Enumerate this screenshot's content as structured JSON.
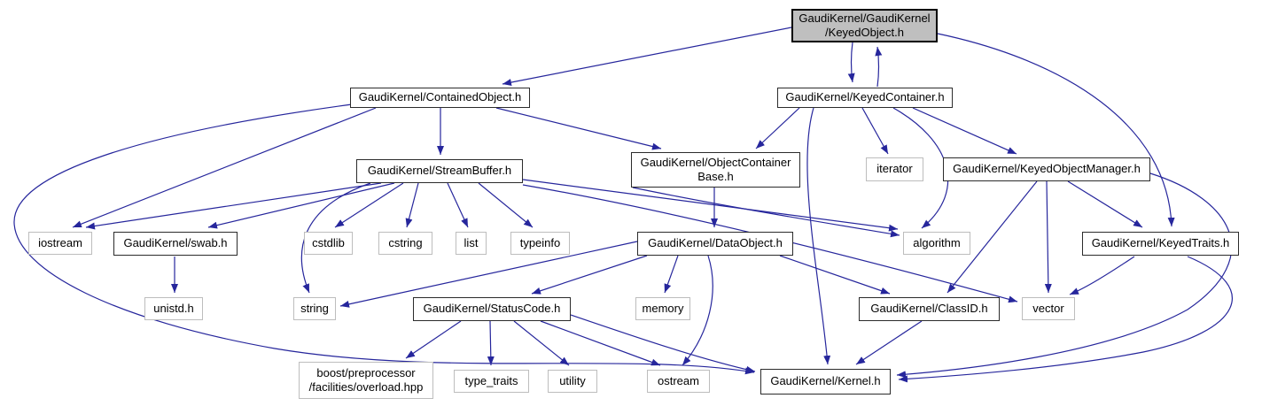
{
  "diagram": {
    "title": "Include dependency graph for GaudiKernel/GaudiKernel/KeyedObject.h",
    "colors": {
      "background": "#ffffff",
      "edge": "#26269c",
      "root_fill": "#bfbfbf",
      "doc_border": "#2b2b2b",
      "ext_border": "#bdbdbd",
      "text": "#000000"
    },
    "nodes": [
      {
        "id": "keyedobject",
        "kind": "root",
        "label": "GaudiKernel/GaudiKernel /KeyedObject.h",
        "lines": [
          "GaudiKernel/GaudiKernel",
          "/KeyedObject.h"
        ]
      },
      {
        "id": "containedobject",
        "kind": "doc",
        "label": "GaudiKernel/ContainedObject.h",
        "lines": [
          "GaudiKernel/ContainedObject.h"
        ]
      },
      {
        "id": "keyedcontainer",
        "kind": "doc",
        "label": "GaudiKernel/KeyedContainer.h",
        "lines": [
          "GaudiKernel/KeyedContainer.h"
        ]
      },
      {
        "id": "streambuffer",
        "kind": "doc",
        "label": "GaudiKernel/StreamBuffer.h",
        "lines": [
          "GaudiKernel/StreamBuffer.h"
        ]
      },
      {
        "id": "objectcontainerbase",
        "kind": "doc",
        "label": "GaudiKernel/ObjectContainer Base.h",
        "lines": [
          "GaudiKernel/ObjectContainer",
          "Base.h"
        ]
      },
      {
        "id": "iterator",
        "kind": "ext",
        "label": "iterator",
        "lines": [
          "iterator"
        ]
      },
      {
        "id": "keyedobjectmanager",
        "kind": "doc",
        "label": "GaudiKernel/KeyedObjectManager.h",
        "lines": [
          "GaudiKernel/KeyedObjectManager.h"
        ]
      },
      {
        "id": "iostream",
        "kind": "ext",
        "label": "iostream",
        "lines": [
          "iostream"
        ]
      },
      {
        "id": "swab",
        "kind": "doc",
        "label": "GaudiKernel/swab.h",
        "lines": [
          "GaudiKernel/swab.h"
        ]
      },
      {
        "id": "cstdlib",
        "kind": "ext",
        "label": "cstdlib",
        "lines": [
          "cstdlib"
        ]
      },
      {
        "id": "cstring",
        "kind": "ext",
        "label": "cstring",
        "lines": [
          "cstring"
        ]
      },
      {
        "id": "list",
        "kind": "ext",
        "label": "list",
        "lines": [
          "list"
        ]
      },
      {
        "id": "typeinfo",
        "kind": "ext",
        "label": "typeinfo",
        "lines": [
          "typeinfo"
        ]
      },
      {
        "id": "dataobject",
        "kind": "doc",
        "label": "GaudiKernel/DataObject.h",
        "lines": [
          "GaudiKernel/DataObject.h"
        ]
      },
      {
        "id": "algorithm",
        "kind": "ext",
        "label": "algorithm",
        "lines": [
          "algorithm"
        ]
      },
      {
        "id": "keyedtraits",
        "kind": "doc",
        "label": "GaudiKernel/KeyedTraits.h",
        "lines": [
          "GaudiKernel/KeyedTraits.h"
        ]
      },
      {
        "id": "unistd",
        "kind": "ext",
        "label": "unistd.h",
        "lines": [
          "unistd.h"
        ]
      },
      {
        "id": "string",
        "kind": "ext",
        "label": "string",
        "lines": [
          "string"
        ]
      },
      {
        "id": "statuscode",
        "kind": "doc",
        "label": "GaudiKernel/StatusCode.h",
        "lines": [
          "GaudiKernel/StatusCode.h"
        ]
      },
      {
        "id": "memory",
        "kind": "ext",
        "label": "memory",
        "lines": [
          "memory"
        ]
      },
      {
        "id": "classid",
        "kind": "doc",
        "label": "GaudiKernel/ClassID.h",
        "lines": [
          "GaudiKernel/ClassID.h"
        ]
      },
      {
        "id": "vector",
        "kind": "ext",
        "label": "vector",
        "lines": [
          "vector"
        ]
      },
      {
        "id": "boost",
        "kind": "ext",
        "label": "boost/preprocessor /facilities/overload.hpp",
        "lines": [
          "boost/preprocessor",
          "/facilities/overload.hpp"
        ]
      },
      {
        "id": "typetraits",
        "kind": "ext",
        "label": "type_traits",
        "lines": [
          "type_traits"
        ]
      },
      {
        "id": "utility",
        "kind": "ext",
        "label": "utility",
        "lines": [
          "utility"
        ]
      },
      {
        "id": "ostream",
        "kind": "ext",
        "label": "ostream",
        "lines": [
          "ostream"
        ]
      },
      {
        "id": "kernel",
        "kind": "doc",
        "label": "GaudiKernel/Kernel.h",
        "lines": [
          "GaudiKernel/Kernel.h"
        ]
      }
    ],
    "edges": [
      {
        "from": "keyedobject",
        "to": "containedobject"
      },
      {
        "from": "keyedobject",
        "to": "keyedcontainer"
      },
      {
        "from": "keyedcontainer",
        "to": "keyedobject"
      },
      {
        "from": "keyedobject",
        "to": "keyedtraits"
      },
      {
        "from": "containedobject",
        "to": "iostream"
      },
      {
        "from": "containedobject",
        "to": "streambuffer"
      },
      {
        "from": "containedobject",
        "to": "objectcontainerbase"
      },
      {
        "from": "containedobject",
        "to": "kernel"
      },
      {
        "from": "keyedcontainer",
        "to": "objectcontainerbase"
      },
      {
        "from": "keyedcontainer",
        "to": "keyedobjectmanager"
      },
      {
        "from": "keyedcontainer",
        "to": "iterator"
      },
      {
        "from": "keyedcontainer",
        "to": "algorithm"
      },
      {
        "from": "keyedcontainer",
        "to": "kernel"
      },
      {
        "from": "streambuffer",
        "to": "iostream"
      },
      {
        "from": "streambuffer",
        "to": "swab"
      },
      {
        "from": "streambuffer",
        "to": "cstdlib"
      },
      {
        "from": "streambuffer",
        "to": "cstring"
      },
      {
        "from": "streambuffer",
        "to": "list"
      },
      {
        "from": "streambuffer",
        "to": "typeinfo"
      },
      {
        "from": "streambuffer",
        "to": "string"
      },
      {
        "from": "streambuffer",
        "to": "algorithm"
      },
      {
        "from": "streambuffer",
        "to": "vector"
      },
      {
        "from": "swab",
        "to": "unistd"
      },
      {
        "from": "objectcontainerbase",
        "to": "dataobject"
      },
      {
        "from": "objectcontainerbase",
        "to": "algorithm"
      },
      {
        "from": "keyedobjectmanager",
        "to": "classid"
      },
      {
        "from": "keyedobjectmanager",
        "to": "vector"
      },
      {
        "from": "keyedobjectmanager",
        "to": "keyedtraits"
      },
      {
        "from": "keyedobjectmanager",
        "to": "kernel"
      },
      {
        "from": "dataobject",
        "to": "string"
      },
      {
        "from": "dataobject",
        "to": "statuscode"
      },
      {
        "from": "dataobject",
        "to": "memory"
      },
      {
        "from": "dataobject",
        "to": "classid"
      },
      {
        "from": "dataobject",
        "to": "ostream"
      },
      {
        "from": "statuscode",
        "to": "boost"
      },
      {
        "from": "statuscode",
        "to": "typetraits"
      },
      {
        "from": "statuscode",
        "to": "utility"
      },
      {
        "from": "statuscode",
        "to": "ostream"
      },
      {
        "from": "statuscode",
        "to": "kernel"
      },
      {
        "from": "classid",
        "to": "kernel"
      },
      {
        "from": "keyedtraits",
        "to": "vector"
      },
      {
        "from": "keyedtraits",
        "to": "kernel"
      }
    ]
  }
}
